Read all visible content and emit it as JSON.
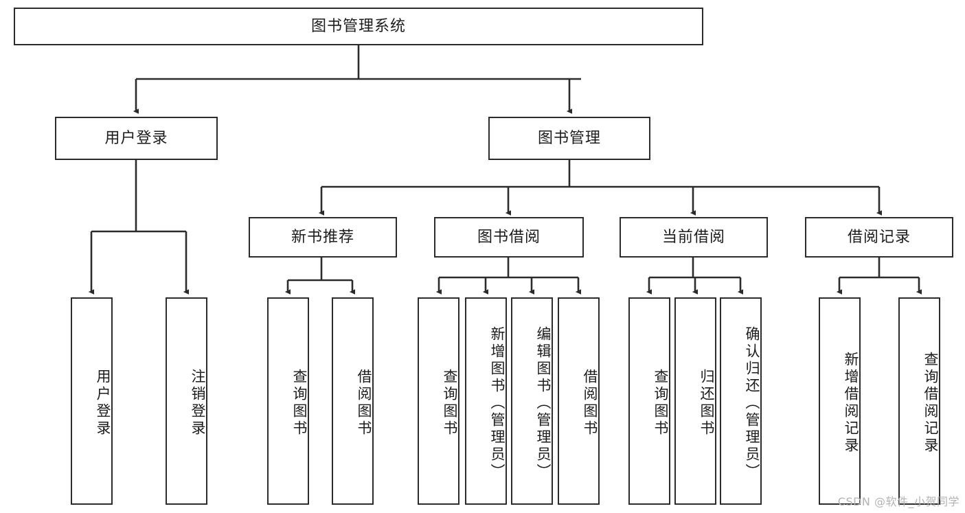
{
  "diagram": {
    "title": "图书管理系统",
    "root": {
      "label": "图书管理系统"
    },
    "level2": [
      {
        "label": "用户登录"
      },
      {
        "label": "图书管理"
      }
    ],
    "level3": [
      {
        "label": "新书推荐"
      },
      {
        "label": "图书借阅"
      },
      {
        "label": "当前借阅"
      },
      {
        "label": "借阅记录"
      }
    ],
    "leaves": {
      "user_login": [
        {
          "label": "用户登录"
        },
        {
          "label": "注销登录"
        }
      ],
      "new_book_recommend": [
        {
          "label": "查询图书"
        },
        {
          "label": "借阅图书"
        }
      ],
      "book_borrow": [
        {
          "label": "查询图书"
        },
        {
          "label": "新增图书（管理员）"
        },
        {
          "label": "编辑图书（管理员）"
        },
        {
          "label": "借阅图书"
        }
      ],
      "current_borrow": [
        {
          "label": "查询图书"
        },
        {
          "label": "归还图书"
        },
        {
          "label": "确认归还（管理员）"
        }
      ],
      "borrow_record": [
        {
          "label": "新增借阅记录"
        },
        {
          "label": "查询借阅记录"
        }
      ]
    }
  },
  "watermark": {
    "text": "CSDN @软件_小贺同学"
  },
  "colors": {
    "stroke": "#2b2b2b",
    "fill": "#ffffff",
    "text": "#1c1c1c",
    "watermark": "#b3b3b3"
  }
}
